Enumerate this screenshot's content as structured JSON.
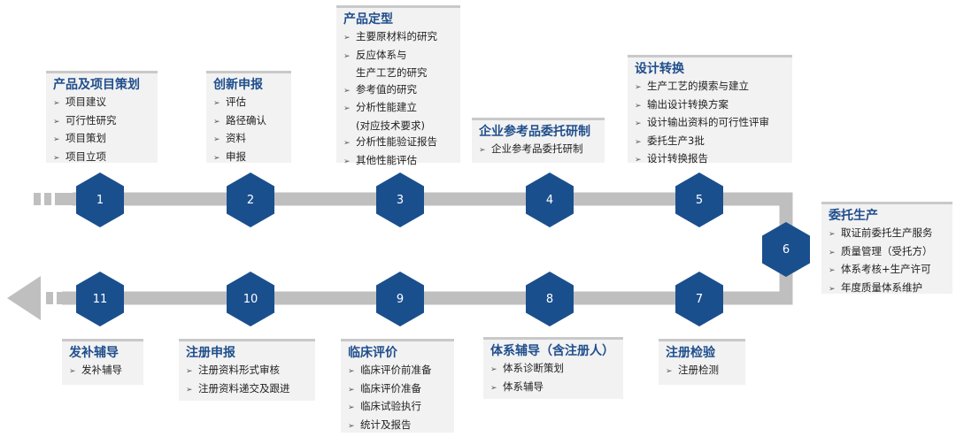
{
  "colors": {
    "hexagon": "#1a4f8e",
    "track": "#bfbfbf",
    "title": "#1f4e8c",
    "box_bg": "#f2f2f2"
  },
  "steps": [
    {
      "num": "1",
      "title": "产品及项目策划",
      "items": [
        "项目建议",
        "可行性研究",
        "项目策划",
        "项目立项"
      ]
    },
    {
      "num": "2",
      "title": "创新申报",
      "items": [
        "评估",
        "路径确认",
        "资料",
        "申报"
      ]
    },
    {
      "num": "3",
      "title": "产品定型",
      "items": [
        "主要原材料的研究",
        "反应体系与",
        "生产工艺的研究",
        "参考值的研究",
        "分析性能建立",
        "(对应技术要求)",
        "分析性能验证报告",
        "其他性能评估"
      ]
    },
    {
      "num": "4",
      "title": "企业参考品委托研制",
      "items": [
        "企业参考品委托研制"
      ]
    },
    {
      "num": "5",
      "title": "设计转换",
      "items": [
        "生产工艺的摸索与建立",
        "输出设计转换方案",
        "设计输出资料的可行性评审",
        "委托生产3批",
        "设计转换报告"
      ]
    },
    {
      "num": "6",
      "title": "委托生产",
      "items": [
        "取证前委托生产服务",
        "质量管理（受托方）",
        "体系考核+生产许可",
        "年度质量体系维护"
      ]
    },
    {
      "num": "7",
      "title": "注册检验",
      "items": [
        "注册检测"
      ]
    },
    {
      "num": "8",
      "title": "体系辅导（含注册人）",
      "items": [
        "体系诊断策划",
        "体系辅导"
      ]
    },
    {
      "num": "9",
      "title": "临床评价",
      "items": [
        "临床评价前准备",
        "临床评价准备",
        "临床试验执行",
        "统计及报告"
      ]
    },
    {
      "num": "10",
      "title": "注册申报",
      "items": [
        "注册资料形式审核",
        "注册资料递交及跟进"
      ]
    },
    {
      "num": "11",
      "title": "发补辅导",
      "items": [
        "发补辅导"
      ]
    }
  ]
}
